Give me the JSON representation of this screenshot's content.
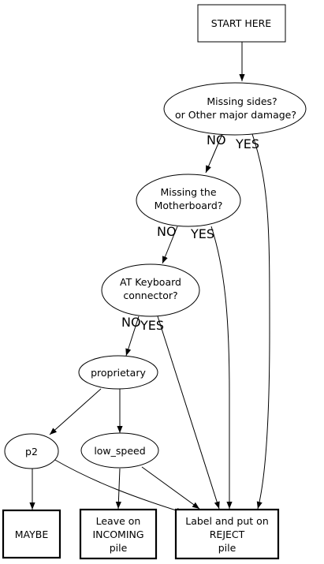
{
  "nodes": {
    "start": {
      "lines": [
        "START HERE"
      ]
    },
    "missing_sides": {
      "lines": [
        "Missing sides?",
        "or Other major damage?"
      ]
    },
    "missing_motherboard": {
      "lines": [
        "Missing the",
        "Motherboard?"
      ]
    },
    "at_keyboard": {
      "lines": [
        "AT Keyboard",
        "connector?"
      ]
    },
    "proprietary": {
      "lines": [
        "proprietary"
      ]
    },
    "p2": {
      "lines": [
        "p2"
      ]
    },
    "low_speed": {
      "lines": [
        "low_speed"
      ]
    },
    "maybe": {
      "lines": [
        "MAYBE"
      ]
    },
    "incoming": {
      "lines": [
        "Leave on",
        "INCOMING",
        "pile"
      ]
    },
    "reject": {
      "lines": [
        "Label and put on",
        "REJECT",
        "pile"
      ]
    }
  },
  "edge_labels": {
    "missing_sides_no": "NO",
    "missing_sides_yes": "YES",
    "missing_motherboard_no": "NO",
    "missing_motherboard_yes": "YES",
    "at_keyboard_no": "NO",
    "at_keyboard_yes": "YES"
  }
}
